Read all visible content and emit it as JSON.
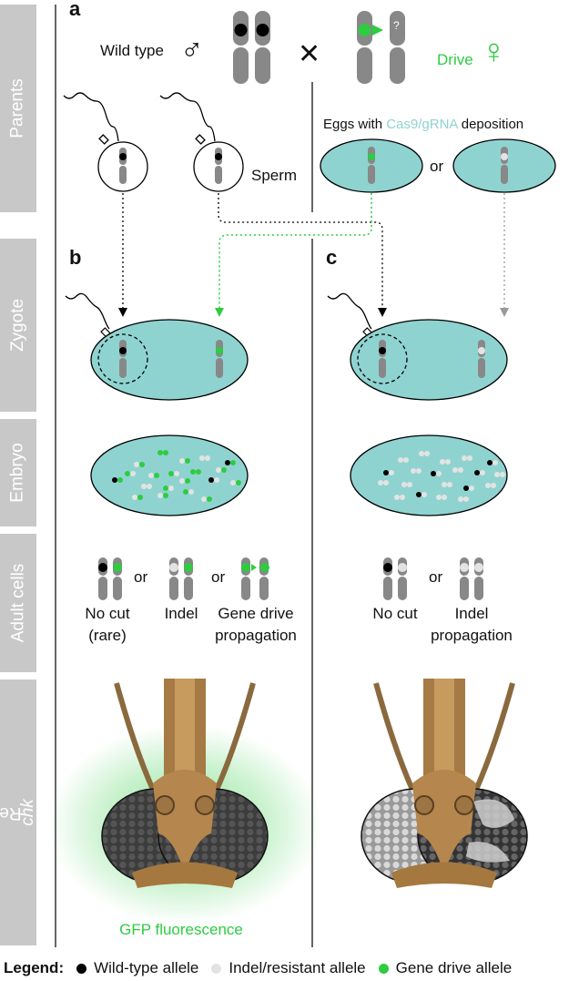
{
  "panels": {
    "a": "a",
    "b": "b",
    "c": "c"
  },
  "side_labels": {
    "parents": "Parents",
    "zygote": "Zygote",
    "embryo": "Embryo",
    "adult_cells": "Adult cells",
    "rechk_prefix": "Re",
    "rechk_italic": "chk"
  },
  "parents": {
    "wild_type": "Wild type",
    "male_symbol": "♂",
    "cross": "✕",
    "question": "?",
    "drive": "Drive",
    "female_symbol": "♀",
    "sperm": "Sperm",
    "eggs_prefix": "Eggs with ",
    "eggs_highlight": "Cas9/gRNA",
    "eggs_suffix": " deposition",
    "or": "or"
  },
  "adult_b": {
    "or1": "or",
    "or2": "or",
    "no_cut": "No cut",
    "rare": "(rare)",
    "indel": "Indel",
    "gene_drive": "Gene drive",
    "propagation": "propagation"
  },
  "adult_c": {
    "or": "or",
    "no_cut": "No cut",
    "indel": "Indel",
    "propagation": "propagation"
  },
  "gfp": "GFP fluorescence",
  "legend": {
    "title": "Legend:",
    "wild": "Wild-type allele",
    "indel": "Indel/resistant allele",
    "drive": "Gene drive allele"
  },
  "colors": {
    "wild": "#000000",
    "indel": "#e3e3e3",
    "drive": "#2ecc40",
    "egg": "#8fd3d0",
    "side": "#c8c8c8"
  }
}
